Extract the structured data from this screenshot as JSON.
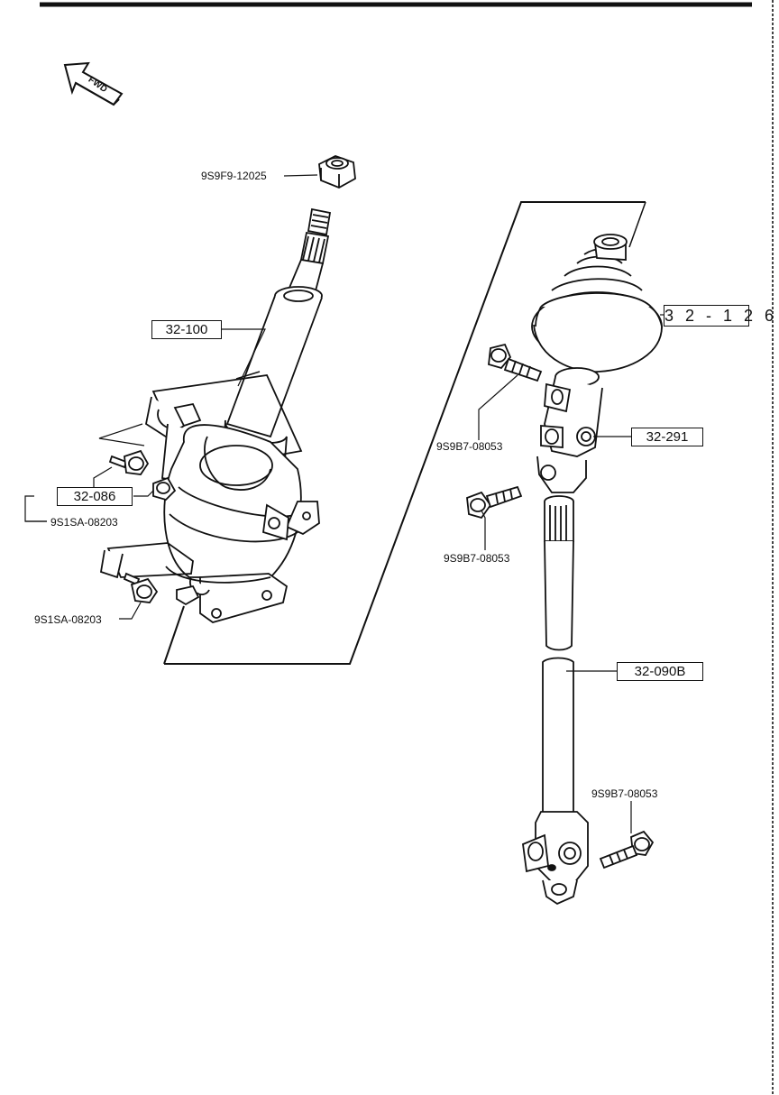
{
  "fwd_label": "FWD",
  "callouts": {
    "nut_top": "9S9F9-12025",
    "column_assy": "32-100",
    "bracket_group": "32-086",
    "bolt_left_upper": "9S1SA-08203",
    "bolt_left_lower": "9S1SA-08203",
    "boot": "3 2 - 1 2 6",
    "bolt_right_upper": "9S9B7-08053",
    "joint_upper": "32-291",
    "bolt_right_middle": "9S9B7-08053",
    "shaft": "32-090B",
    "bolt_right_lower": "9S9B7-08053"
  },
  "colors": {
    "ink": "#111111",
    "paper": "#ffffff"
  }
}
